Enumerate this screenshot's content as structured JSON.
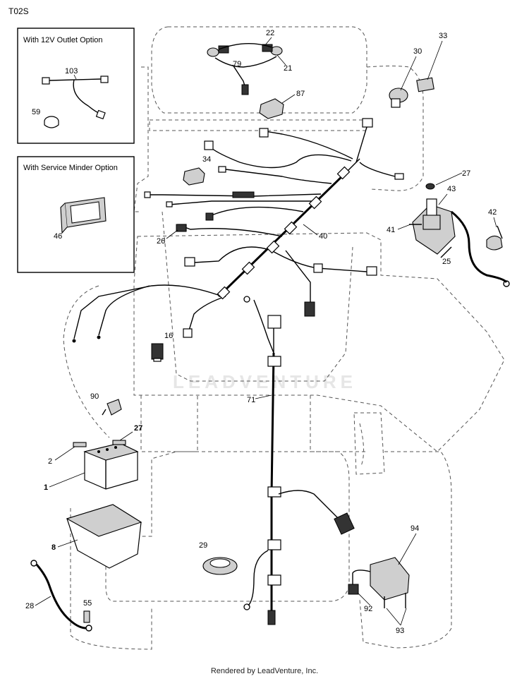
{
  "diagram_code": "T02S",
  "inset_12v": {
    "title": "With 12V Outlet Option"
  },
  "inset_service": {
    "title": "With Service Minder Option"
  },
  "watermark": "LEADVENTURE",
  "footer": "Rendered by LeadVenture, Inc.",
  "callouts": {
    "c22": "22",
    "c79": "79",
    "c21": "21",
    "c87": "87",
    "c30": "30",
    "c33": "33",
    "c103": "103",
    "c59": "59",
    "c46": "46",
    "c34": "34",
    "c26": "26",
    "c40": "40",
    "c27a": "27",
    "c43": "43",
    "c41": "41",
    "c42": "42",
    "c25": "25",
    "c16": "16",
    "c90": "90",
    "c71": "71",
    "c27b": "27",
    "c2": "2",
    "c1": "1",
    "c8": "8",
    "c29": "29",
    "c94": "94",
    "c92": "92",
    "c93": "93",
    "c28": "28",
    "c55": "55"
  }
}
